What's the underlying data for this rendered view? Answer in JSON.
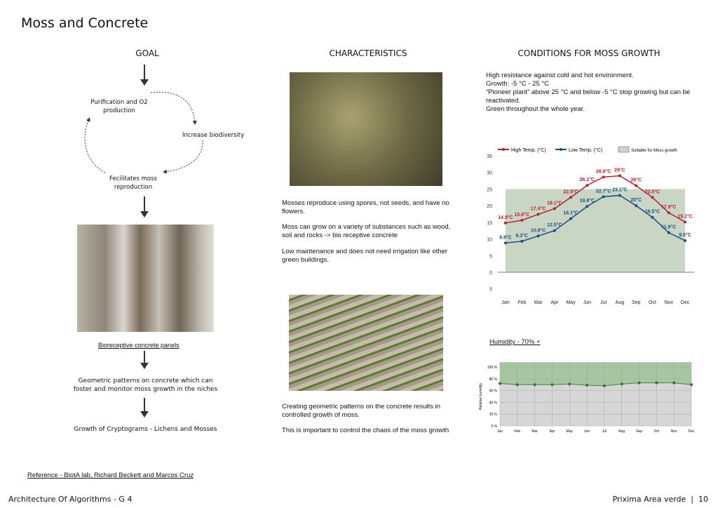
{
  "title": "Moss and Concrete",
  "goal": {
    "heading": "GOAL",
    "cycle": [
      "Purification and O2 production",
      "Increase biodiversity",
      "Fecilitates moss reproduction"
    ],
    "panel_caption": "Bioreceptive concrete panels",
    "step1": "Geometric patterns on concrete which can foster and monitor moss growth in the niches",
    "step2": "Growth of Cryptograms - Lichens and Mosses"
  },
  "characteristics": {
    "heading": "CHARACTERISTICS",
    "p1": "Mosses reproduce using spores, not seeds, and have no flowers.",
    "p2": "Moss can grow on a variety of substances such as wood, soil and rocks -> bio receptive concrete",
    "p3": "Low maintenance and does not need irrigation like other green buildings.",
    "p4": "Creating geometric patterns on the concrete results in controlled growth of moss.",
    "p5": "This is important to control the chaos of the moss growth"
  },
  "conditions": {
    "heading": "CONDITIONS FOR MOSS GROWTH",
    "lines": [
      "High resistance against cold and hot environment.",
      "Growth: -5 °C - 25 °C",
      "“Pioneer plant” above 25 °C and below -5 °C stop growing but can be reactivated.",
      "Green throughout the whole year."
    ],
    "humidity_title": "Humidity - 70% +"
  },
  "reference": "Reference - BiotA lab, Richard Beckett and Marcos Cruz",
  "footer": {
    "left": "Architecture Of Algorithms - G 4",
    "right": "Prixima Area verde  |  10"
  },
  "chart_data": [
    {
      "type": "line",
      "categories": [
        "Jan",
        "Feb",
        "Mar",
        "Apr",
        "May",
        "Jun",
        "Jul",
        "Aug",
        "Sep",
        "Oct",
        "Nov",
        "Dec"
      ],
      "series": [
        {
          "name": "High Temp. (°C)",
          "color": "#b5222a",
          "values": [
            14.8,
            15.6,
            17.4,
            19.1,
            22.5,
            26.1,
            28.6,
            29,
            26,
            22.5,
            17.9,
            15.1
          ],
          "labels": [
            "14.8°C",
            "15.6°C",
            "17.4°C",
            "19.1°C",
            "22.5°C",
            "26.1°C",
            "28.6°C",
            "29°C",
            "26°C",
            "22.5°C",
            "17.9°C",
            "15.1°C"
          ]
        },
        {
          "name": "Low Temp. (°C)",
          "color": "#1d4f7c",
          "values": [
            8.8,
            9.3,
            10.9,
            12.5,
            16.1,
            19.8,
            22.7,
            23.1,
            20,
            16.5,
            11.9,
            9.5
          ],
          "labels": [
            "8.8°C",
            "9.3°C",
            "10.9°C",
            "12.5°C",
            "16.1°C",
            "19.8°C",
            "22.7°C",
            "23.1°C",
            "20°C",
            "16.5°C",
            "11.9°C",
            "9.5°C"
          ]
        }
      ],
      "band": {
        "name": "Suitable for Moss growth",
        "range": [
          0,
          25
        ],
        "color": "#c9d6c5"
      },
      "yticks": [
        "35",
        "30",
        "25",
        "20",
        "15",
        "10",
        "5",
        "0",
        "5"
      ],
      "ylim": [
        -5,
        35
      ]
    },
    {
      "type": "area",
      "categories": [
        "Jan",
        "Feb",
        "Mar",
        "Apr",
        "May",
        "Jun",
        "Jul",
        "Aug",
        "Sep",
        "Oct",
        "Nov",
        "Dec"
      ],
      "ylabel": "Relative humidity",
      "series": [
        {
          "name": "Relative humidity",
          "values": [
            72,
            70,
            70,
            70,
            71,
            69,
            68,
            71,
            73,
            73,
            73,
            70
          ]
        }
      ],
      "yticks": [
        "100 %",
        "80 %",
        "60 %",
        "40 %",
        "20 %",
        "0 %"
      ],
      "ylim": [
        0,
        100
      ]
    }
  ]
}
